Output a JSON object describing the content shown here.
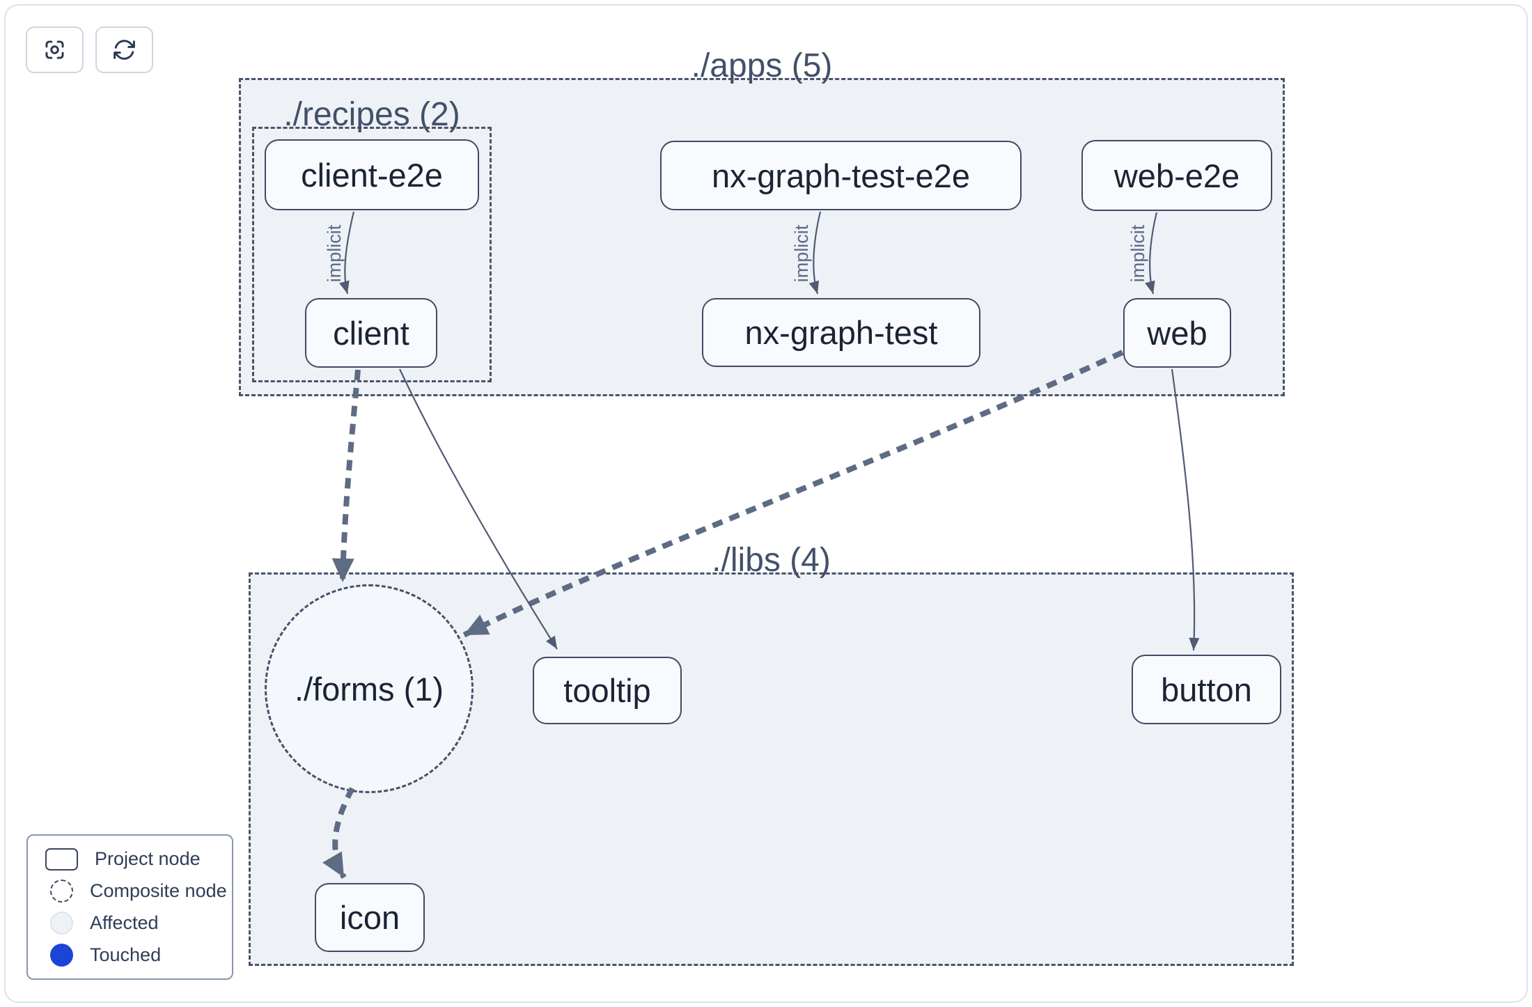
{
  "toolbar": {
    "center_button": {
      "icon": "focus-icon"
    },
    "refresh_button": {
      "icon": "refresh-icon"
    }
  },
  "groups": {
    "apps": {
      "label": "./apps (5)"
    },
    "recipes": {
      "label": "./recipes (2)"
    },
    "libs": {
      "label": "./libs (4)"
    },
    "forms": {
      "label": "./forms (1)"
    }
  },
  "nodes": {
    "client_e2e": {
      "label": "client-e2e"
    },
    "nx_graph_test_e2e": {
      "label": "nx-graph-test-e2e"
    },
    "web_e2e": {
      "label": "web-e2e"
    },
    "client": {
      "label": "client"
    },
    "nx_graph_test": {
      "label": "nx-graph-test"
    },
    "web": {
      "label": "web"
    },
    "tooltip": {
      "label": "tooltip"
    },
    "button": {
      "label": "button"
    },
    "icon": {
      "label": "icon"
    }
  },
  "edges": {
    "implicit_label": "implicit",
    "list": [
      {
        "from": "client-e2e",
        "to": "client",
        "type": "implicit"
      },
      {
        "from": "nx-graph-test-e2e",
        "to": "nx-graph-test",
        "type": "implicit"
      },
      {
        "from": "web-e2e",
        "to": "web",
        "type": "implicit"
      },
      {
        "from": "client",
        "to": "tooltip",
        "type": "static"
      },
      {
        "from": "web",
        "to": "button",
        "type": "static"
      },
      {
        "from": "client",
        "to": "./forms (1)",
        "type": "collapsed"
      },
      {
        "from": "web",
        "to": "./forms (1)",
        "type": "collapsed"
      },
      {
        "from": "./forms (1)",
        "to": "icon",
        "type": "collapsed"
      }
    ]
  },
  "legend": {
    "items": [
      {
        "label": "Project node",
        "type": "project"
      },
      {
        "label": "Composite node",
        "type": "composite"
      },
      {
        "label": "Affected",
        "type": "affected"
      },
      {
        "label": "Touched",
        "type": "touched"
      }
    ]
  },
  "colors": {
    "touched_blue": "#1b45d6",
    "group_fill": "#eef1f6",
    "node_border": "#3f4b63",
    "edge_thin": "#4f5b73",
    "edge_thick": "#5d6b83"
  }
}
